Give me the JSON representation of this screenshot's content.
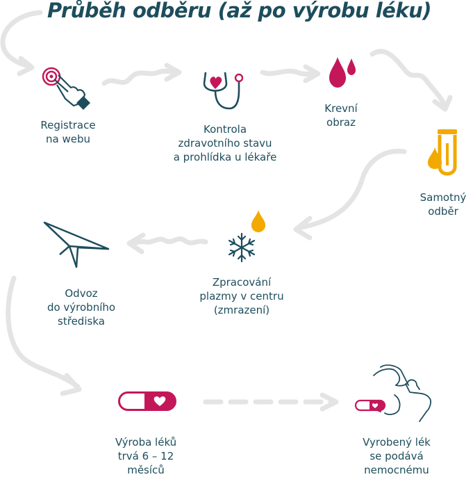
{
  "title": "Průběh odběru (až po výrobu léku)",
  "colors": {
    "teal": "#1d4d5c",
    "crimson": "#c4175a",
    "gold": "#f2a900",
    "arrow": "#e4e4e4"
  },
  "steps": [
    {
      "id": "registration",
      "icon": "touch-hand-icon",
      "lines": [
        "Registrace",
        "na webu"
      ]
    },
    {
      "id": "checkup",
      "icon": "stethoscope-icon",
      "lines": [
        "Kontrola",
        "zdravotního stavu",
        "a prohlídka u lékaře"
      ]
    },
    {
      "id": "blood-count",
      "icon": "blood-drops-icon",
      "lines": [
        "Krevní",
        "obraz"
      ]
    },
    {
      "id": "donation",
      "icon": "test-tube-icon",
      "lines": [
        "Samotný",
        "odběr"
      ]
    },
    {
      "id": "processing",
      "icon": "snowflake-drop-icon",
      "lines": [
        "Zpracování",
        "plazmy v centru",
        "(zmrazení)"
      ]
    },
    {
      "id": "transport",
      "icon": "paper-plane-icon",
      "lines": [
        "Odvoz",
        "do výrobního",
        "střediska"
      ]
    },
    {
      "id": "production",
      "icon": "pill-icon",
      "lines": [
        "Výroba léků",
        "trvá 6 – 12",
        "měsíců"
      ]
    },
    {
      "id": "administration",
      "icon": "hand-pill-icon",
      "lines": [
        "Vyrobený lék",
        "se podává",
        "nemocnému"
      ]
    }
  ]
}
